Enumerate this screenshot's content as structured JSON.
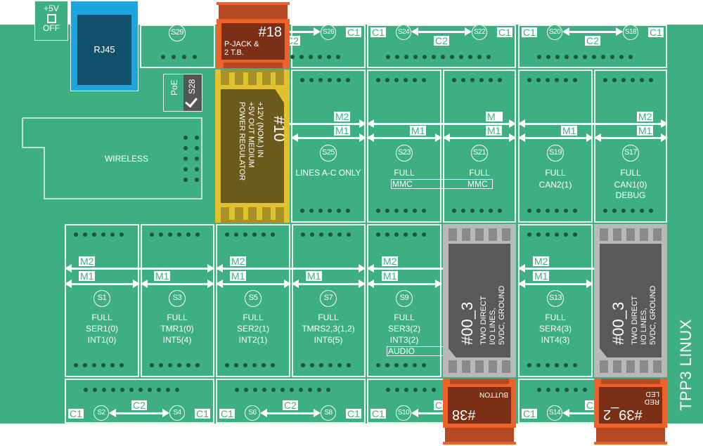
{
  "board": {
    "title": "TPP3 LINUX",
    "colors": {
      "pcb": "#3daf83",
      "rj45_outer": "#1ea5de",
      "rj45_inner": "#11506b",
      "regulator": "#e0c22e",
      "regulator_inner": "#6c5a1c",
      "orange": "#ee6128",
      "orange_dark": "#7a2f16",
      "gray_module": "#b9b9b9",
      "gray_inner": "#595959"
    }
  },
  "switch": {
    "top": "+5V",
    "bottom": "OFF",
    "icon": "square-toggle-icon"
  },
  "rj45": {
    "label": "RJ45"
  },
  "poe": {
    "label": "PoE",
    "slot": "S28",
    "icon": "checkmark-icon"
  },
  "wireless": {
    "label": "WIRELESS"
  },
  "modules": {
    "m18": {
      "id": "#18",
      "line1": "P-JACK &",
      "line2": "2 T.B."
    },
    "m10": {
      "id": "#10",
      "line1": "+12V (NOM.) IN",
      "line2": "+5V OUT MEDIUM",
      "line3": "POWER REGULATOR"
    },
    "m00a": {
      "id": "#00_3",
      "line1": "TWO DIRECT",
      "line2": "I/O LINES,",
      "line3": "5VDC, GROUND"
    },
    "m00b": {
      "id": "#00_3",
      "line1": "TWO DIRECT",
      "line2": "I/O LINES,",
      "line3": "5VDC, GROUND"
    },
    "m38": {
      "id": "#38",
      "line1": "BUTTON"
    },
    "m39": {
      "id": "#39_2",
      "line1": "RED",
      "line2": "LED"
    }
  },
  "tags": {
    "c1": "C1",
    "c2": "C2",
    "m1": "M1",
    "m2": "M2",
    "m": "M",
    "mmc": "MMC",
    "audio": "AUDIO"
  },
  "top_sockets": {
    "s29": "S29",
    "s26": "S26",
    "s24": "S24",
    "s22": "S22",
    "s20": "S20",
    "s18": "S18"
  },
  "bottom_sockets": {
    "s2": "S2",
    "s4": "S4",
    "s6": "S6",
    "s8": "S8",
    "s10": "S10",
    "s14": "S14"
  },
  "middle_slots": [
    {
      "id": "S25",
      "lines": [
        "LINES A-C ONLY"
      ]
    },
    {
      "id": "S23",
      "lines": [
        "FULL"
      ]
    },
    {
      "id": "S21",
      "lines": [
        "FULL"
      ]
    },
    {
      "id": "S19",
      "lines": [
        "FULL",
        "CAN2(1)"
      ]
    },
    {
      "id": "S17",
      "lines": [
        "FULL",
        "CAN1(0)",
        "DEBUG"
      ]
    }
  ],
  "lower_slots": [
    {
      "id": "S1",
      "lines": [
        "FULL",
        "SER1(0)",
        "INT1(0)"
      ]
    },
    {
      "id": "S3",
      "lines": [
        "FULL",
        "TMR1(0)",
        "INT5(4)"
      ]
    },
    {
      "id": "S5",
      "lines": [
        "FULL",
        "SER2(1)",
        "INT2(1)"
      ]
    },
    {
      "id": "S7",
      "lines": [
        "FULL",
        "TMRS2,3(1,2)",
        "INT6(5)"
      ]
    },
    {
      "id": "S9",
      "lines": [
        "FULL",
        "SER3(2)",
        "INT3(2)"
      ]
    },
    {
      "id": "S13",
      "lines": [
        "FULL",
        "SER4(3)",
        "INT4(3)"
      ]
    }
  ]
}
